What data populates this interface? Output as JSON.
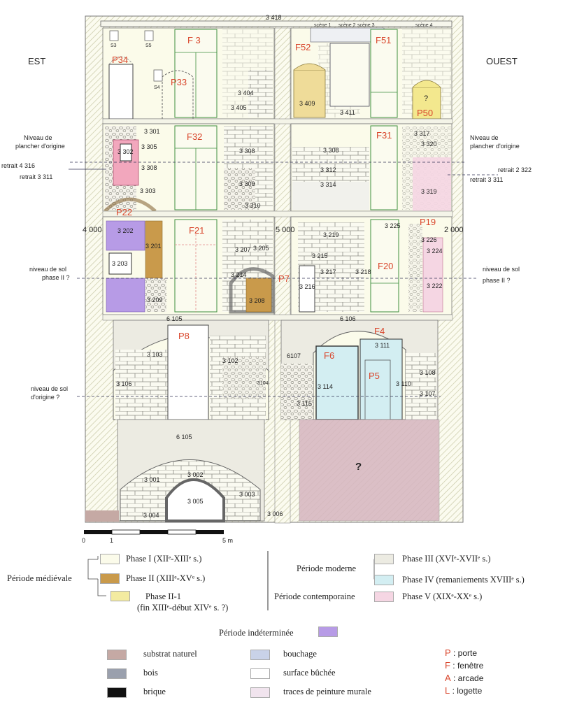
{
  "sides": {
    "east": "EST",
    "west": "OUEST"
  },
  "top_label": "3 418",
  "scenes": [
    "scène 1",
    "scène 2",
    "scène 3",
    "scène 4"
  ],
  "openings": {
    "F3": "F 3",
    "P34": "P34",
    "P33": "P33",
    "F52": "F52",
    "F51": "F51",
    "P50": "P50",
    "F32": "F32",
    "F31": "F31",
    "P22": "P22",
    "F21": "F21",
    "P7": "P7",
    "F20": "F20",
    "P19": "P19",
    "P8": "P8",
    "F4": "F4",
    "F6": "F6",
    "P5": "P5"
  },
  "markers": {
    "s3": "S3",
    "s5": "S5",
    "s4": "S4",
    "q1": "?"
  },
  "units": {
    "u3404": "3 404",
    "u3405": "3 405",
    "u3409": "3 409",
    "u3411": "3 411",
    "u3301": "3 301",
    "u3302": "3 302",
    "u3305": "3 305",
    "u3308a": "3 308",
    "u3303": "3 303",
    "u3308b": "3 308",
    "u3309": "3 309",
    "u3310": "3 310",
    "u3308c": "3 308",
    "u3312": "3 312",
    "u3314": "3 314",
    "u3317": "3 317",
    "u3320": "3 320",
    "u3319": "3 319",
    "u3202": "3 202",
    "u3201": "3 201",
    "u3203": "3 203",
    "u3209": "3 209",
    "u3207": "3 207",
    "u3205": "3 205",
    "u3214": "3 214",
    "u3208": "3 208",
    "u3219": "3 219",
    "u3215": "3 215",
    "u3217": "3 217",
    "u3218": "3 218",
    "u3216": "3 216",
    "u3225": "3 225",
    "u3226": "3 226",
    "u3224": "3 224",
    "u3222": "3 222",
    "u6105a": "6 105",
    "u6106": "6 106",
    "u3103": "3 103",
    "u3102": "3 102",
    "u3104": "3104",
    "u3106": "3 106",
    "u6107": "6107",
    "u3111": "3 111",
    "u3114": "3 114",
    "u3115": "3 115",
    "u3110": "3 110",
    "u3108": "3 108",
    "u3107": "3 107",
    "u6105b": "6 105",
    "u3001": "3 001",
    "u3002": "3 002",
    "u3003": "3 003",
    "u3005": "3 005",
    "u3004": "3 004",
    "u3006": "3 006",
    "n4000": "4 000",
    "n5000": "5 000",
    "n2000": "2 000"
  },
  "annotations": {
    "niv_plancher_l1": "Niveau de",
    "niv_plancher_l2": "plancher d'origine",
    "niv_plancher_r1": "Niveau de",
    "niv_plancher_r2": "plancher d'origine",
    "retrait4316": "retrait 4 316",
    "retrait3311a": "retrait 3 311",
    "retrait2322": "retrait 2 322",
    "retrait3311b": "retrait 3 311",
    "sol2_l1": "niveau de sol",
    "sol2_l2": "phase II ?",
    "sol2_r1": "niveau de sol",
    "sol2_r2": "phase II ?",
    "solo_1": "niveau de sol",
    "solo_2": "d'origine ?",
    "unknown": "?"
  },
  "scale": {
    "zero": "0",
    "one": "1",
    "five": "5 m"
  },
  "legend": {
    "medievale": "Période médiévale",
    "phase1": "Phase I (XIIᵉ-XIIIᵉ s.)",
    "phase2": "Phase II (XIIIᵉ-XVᵉ s.)",
    "phase21_l1": "Phase II-1",
    "phase21_l2": "(fin XIIIᵉ-début XIVᵉ s. ?)",
    "moderne": "Période moderne",
    "phase3": "Phase III (XVIᵉ-XVIIᵉ s.)",
    "phase4": "Phase IV (remaniements XVIIIᵉ s.)",
    "contemporaine": "Période contemporaine",
    "phase5": "Phase V (XIXᵉ-XXᵉ s.)",
    "indeterminee": "Période indéterminée",
    "substrat": "substrat naturel",
    "bois": "bois",
    "brique": "brique",
    "bouchage": "bouchage",
    "surface": "surface bûchée",
    "traces": "traces de peinture murale"
  },
  "key": {
    "p_letter": "P",
    "p_text": ": porte",
    "f_letter": "F",
    "f_text": ": fenêtre",
    "a_letter": "A",
    "a_text": ": arcade",
    "l_letter": "L",
    "l_text": ": logette"
  },
  "colors": {
    "phase1": "#fbfbea",
    "phase2": "#c99a4b",
    "phase21": "#f3eba0",
    "phase3": "#ecebe2",
    "phase4": "#d3eef2",
    "phase5": "#f5d6e3",
    "indeterminee": "#b79be6",
    "substrat": "#c5a9a4",
    "bois": "#9aa0ad",
    "brique": "#111111",
    "bouchage": "#c9d2e8",
    "surface": "#ffffff",
    "traces": "#f1e4ee"
  }
}
